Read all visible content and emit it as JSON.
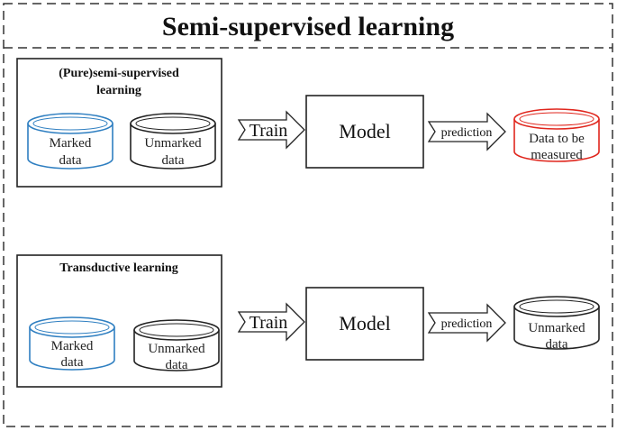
{
  "title": "Semi-supervised learning",
  "colors": {
    "marked": "#2f7fc1",
    "measured": "#e0261d",
    "default": "#222222"
  },
  "rows": [
    {
      "title_lines": [
        "(Pure)semi-supervised",
        "learning"
      ],
      "cyl_marked": [
        "Marked",
        "data"
      ],
      "cyl_unmarked": [
        "Unmarked",
        "data"
      ],
      "train_label": "Train",
      "model_label": "Model",
      "prediction_label": "prediction",
      "output_lines": [
        "Data to be",
        "measured"
      ],
      "output_color": "measured"
    },
    {
      "title_lines": [
        "Transductive learning"
      ],
      "cyl_marked": [
        "Marked",
        "data"
      ],
      "cyl_unmarked": [
        "Unmarked",
        "data"
      ],
      "train_label": "Train",
      "model_label": "Model",
      "prediction_label": "prediction",
      "output_lines": [
        "Unmarked",
        "data"
      ],
      "output_color": "default"
    }
  ]
}
